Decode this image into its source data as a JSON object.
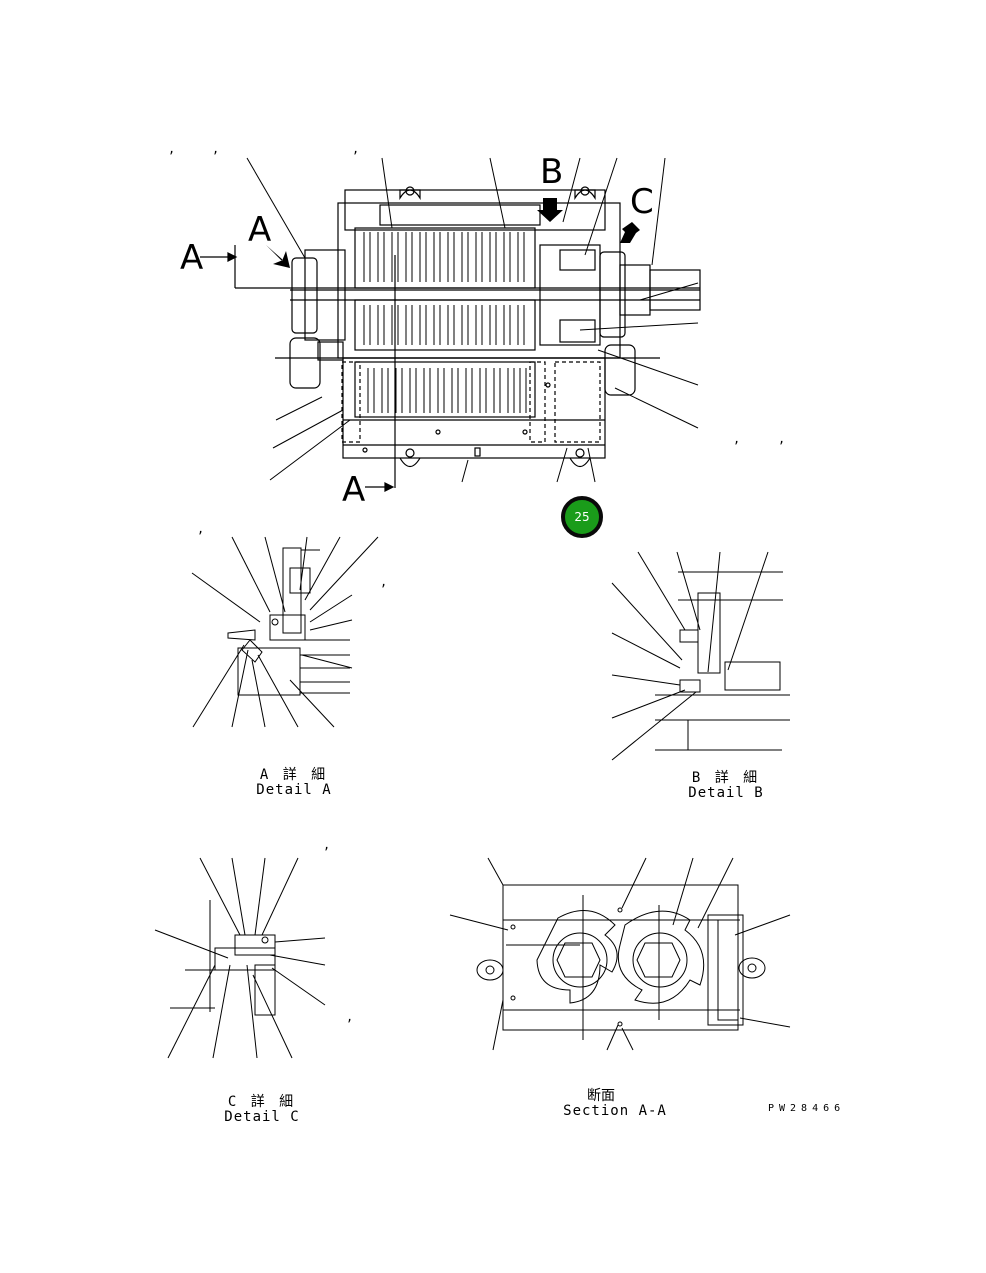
{
  "view_labels": {
    "a_left": "A",
    "a_arrow": "A",
    "a_bottom": "A",
    "b_top": "B",
    "c_top": "C"
  },
  "badge": {
    "number": "25",
    "color": "#1a9c1a"
  },
  "details": {
    "a": {
      "jp": "A 詳 細",
      "en": "Detail A"
    },
    "b": {
      "jp": "B 詳 細",
      "en": "Detail B"
    },
    "c": {
      "jp": "C 詳 細",
      "en": "Detail C"
    },
    "section": {
      "jp": "断面",
      "en": "Section A-A"
    }
  },
  "drawing_number": "PW28466"
}
